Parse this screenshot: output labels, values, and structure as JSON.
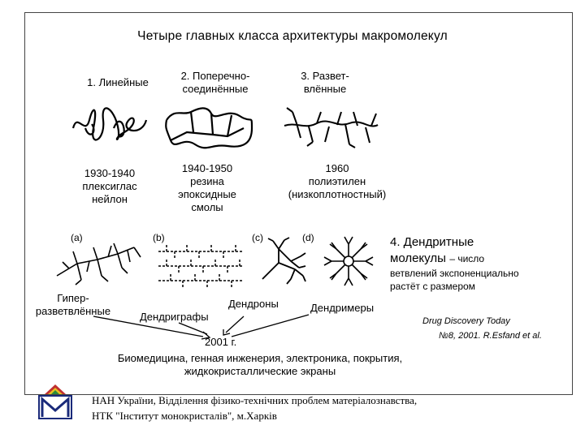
{
  "title": "Четыре главных класса архитектуры макромолекул",
  "classes": [
    {
      "label": "1. Линейные",
      "years": [
        "1930-1940",
        "плексиглас",
        "нейлон"
      ]
    },
    {
      "label_lines": [
        "2. Поперечно-",
        "соединённые"
      ],
      "years": [
        "1940-1950",
        "резина",
        "эпоксидные",
        "смолы"
      ]
    },
    {
      "label_lines": [
        "3. Развет-",
        "влённые"
      ],
      "years": [
        "1960",
        "полиэтилен",
        "(низкоплотностный)"
      ]
    }
  ],
  "dendritic": {
    "heading_lines": [
      "4. Дендритные",
      "молекулы"
    ],
    "note_inline": "– число",
    "note_lines": [
      "ветвлений экспоненциально",
      "растёт с размером"
    ]
  },
  "panel_letters": [
    "(a)",
    "(b)",
    "(c)",
    "(d)"
  ],
  "types": {
    "hyper_lines": [
      "Гипер-",
      "разветвлённые"
    ],
    "dendrigrafts": "Дендриграфы",
    "dendrons": "Дендроны",
    "dendrimers": "Дендримеры"
  },
  "source_lines": [
    "Drug Discovery Today",
    "№8, 2001. R.Esfand et al."
  ],
  "year_2001": "2001 г.",
  "applications_lines": [
    "Биомедицина, генная инженерия, электроника, покрытия,",
    "жидкокристаллические экраны"
  ],
  "footer_lines": [
    "НАН України, Відділення фізико-технічних проблем матеріалознавства,",
    "НТК \"Інститут монокристалів\", м.Харків"
  ]
}
